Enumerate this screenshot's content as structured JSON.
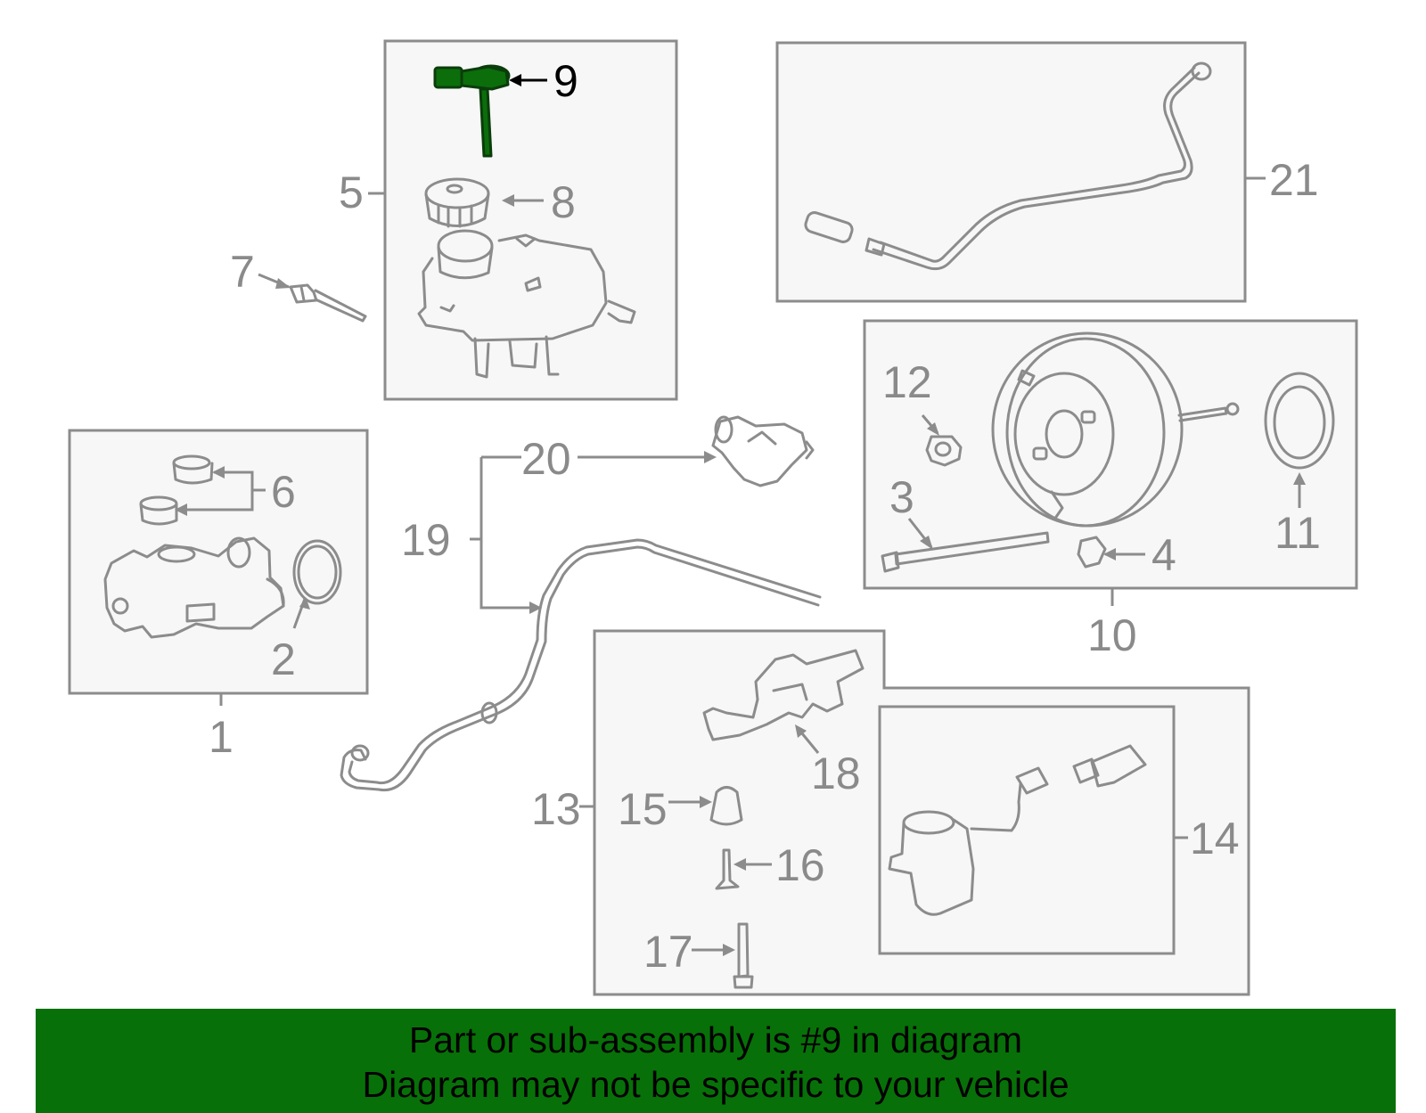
{
  "callouts": {
    "c1": "1",
    "c2": "2",
    "c3": "3",
    "c4": "4",
    "c5": "5",
    "c6": "6",
    "c7": "7",
    "c8": "8",
    "c9": "9",
    "c10": "10",
    "c11": "11",
    "c12": "12",
    "c13": "13",
    "c14": "14",
    "c15": "15",
    "c16": "16",
    "c17": "17",
    "c18": "18",
    "c19": "19",
    "c20": "20",
    "c21": "21"
  },
  "highlighted_part": "9",
  "colors": {
    "line": "#8c8c8c",
    "panel_fill": "#f7f7f7",
    "highlight": "#0b6e0b",
    "banner": "#087008"
  },
  "banner": {
    "line1": "Part or sub-assembly is #9 in diagram",
    "line2": "Diagram may not be specific to your vehicle"
  }
}
